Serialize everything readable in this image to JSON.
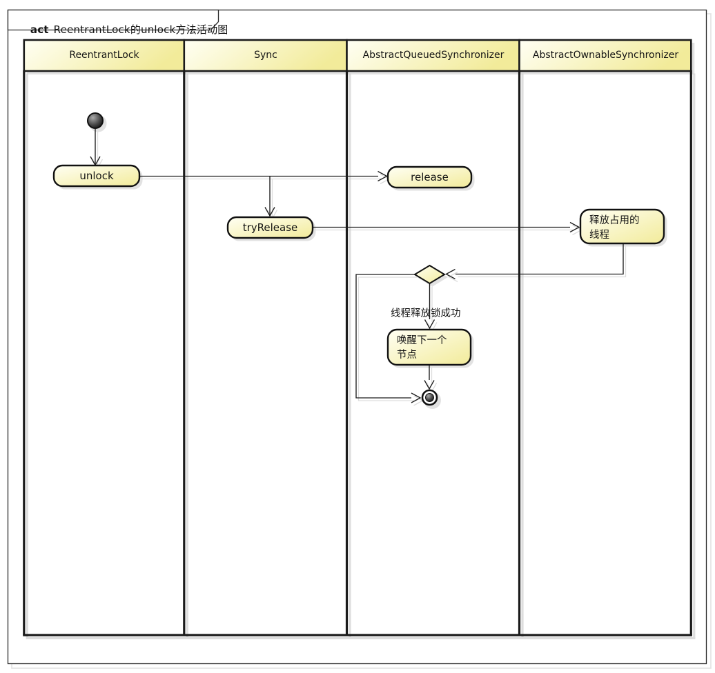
{
  "frame": {
    "title_keyword": "act",
    "title": "ReentrantLock的unlock方法活动图"
  },
  "lanes": [
    {
      "label": "ReentrantLock"
    },
    {
      "label": "Sync"
    },
    {
      "label": "AbstractQueuedSynchronizer"
    },
    {
      "label": "AbstractOwnableSynchronizer"
    }
  ],
  "nodes": {
    "unlock": {
      "label": "unlock"
    },
    "release": {
      "label": "release"
    },
    "try_release": {
      "label": "tryRelease"
    },
    "release_thread": {
      "line1": "释放占用的",
      "line2": "线程"
    },
    "wake_next": {
      "line1": "唤醒下一个",
      "line2": "节点"
    }
  },
  "edges": {
    "decision_success_label": "线程释放锁成功"
  },
  "colors": {
    "node_fill_light": "#fffff4",
    "node_fill_dark": "#f2eb9a",
    "node_border": "#111111",
    "line": "#1b1b1b",
    "shadow": "#cccccc",
    "frame_shadow": "#e2e2e2"
  }
}
